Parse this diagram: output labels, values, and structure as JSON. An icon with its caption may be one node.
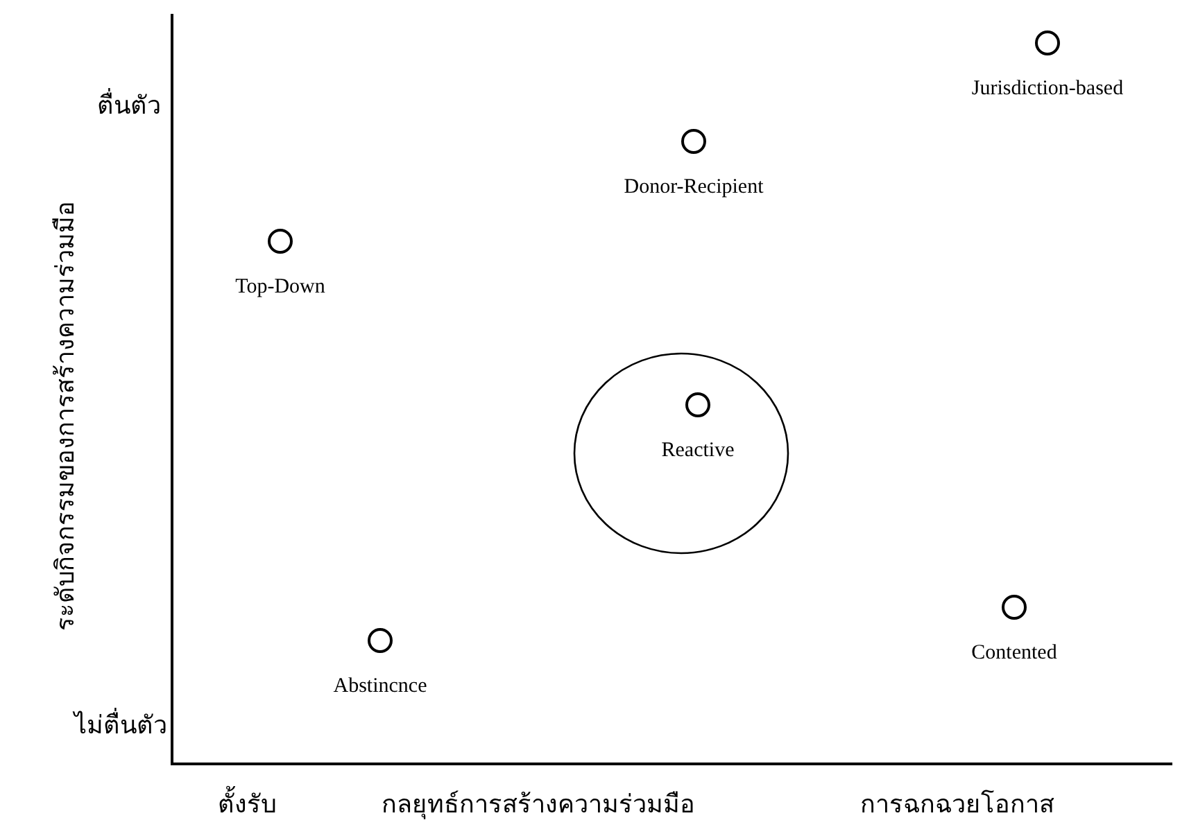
{
  "diagram": {
    "nodes": [
      {
        "text": [
          "Jurisdiction-based"
        ]
      },
      {
        "text": [
          "Donor-Recipient"
        ]
      },
      {
        "text": [
          "Top-Down"
        ]
      },
      {
        "text": [],
        "shape": "ellipse"
      },
      {
        "text": [
          "Reactive"
        ],
        "in": 3
      },
      {
        "text": [
          "Contented"
        ]
      },
      {
        "text": [
          "Abstincnce"
        ]
      }
    ],
    "edges": [],
    "labels": [
      "ตื่นตัว",
      "ระดับกิจกรรมของการสร้างความร่วมมือ",
      "ไม่ตื่นตัว",
      "ตั้งรับ",
      "กลยุทธ์การสร้างความร่วมมือ",
      "การฉกฉวยโอกาส"
    ]
  }
}
